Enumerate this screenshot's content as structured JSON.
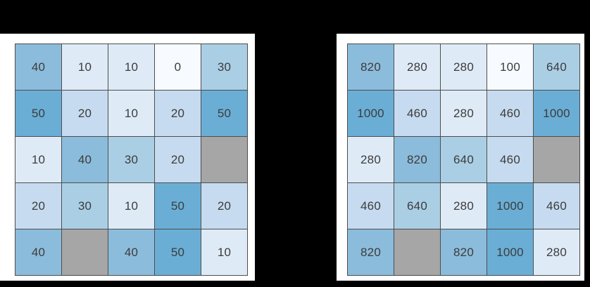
{
  "background_color": "#000000",
  "panel_color": "#ffffff",
  "chart_data": [
    {
      "type": "heatmap",
      "name": "left-heatmap",
      "title": "",
      "xlabel": "",
      "ylabel": "",
      "rows": 5,
      "cols": 5,
      "grid": [
        [
          40,
          10,
          10,
          0,
          30
        ],
        [
          50,
          20,
          10,
          20,
          50
        ],
        [
          10,
          40,
          30,
          20,
          null
        ],
        [
          20,
          30,
          10,
          50,
          20
        ],
        [
          40,
          null,
          40,
          50,
          10
        ]
      ],
      "labels": [
        [
          "40",
          "10",
          "10",
          "0",
          "30"
        ],
        [
          "50",
          "20",
          "10",
          "20",
          "50"
        ],
        [
          "10",
          "40",
          "30",
          "20",
          ""
        ],
        [
          "20",
          "30",
          "10",
          "50",
          "20"
        ],
        [
          "40",
          "",
          "40",
          "50",
          "10"
        ]
      ],
      "value_levels": [
        0,
        10,
        20,
        30,
        40,
        50
      ],
      "colorscale": {
        "0": "#f7fbff",
        "10": "#deebf7",
        "20": "#c6dbef",
        "30": "#aacfe5",
        "40": "#8cbcdb",
        "50": "#6aaed6",
        "missing": "#a6a6a6"
      },
      "missing_color": "#a6a6a6",
      "grid_line_color": "#4d4d4d",
      "text_color": "#3c3c3c",
      "legend": "none",
      "grid_on": true
    },
    {
      "type": "heatmap",
      "name": "right-heatmap",
      "title": "",
      "xlabel": "",
      "ylabel": "",
      "rows": 5,
      "cols": 5,
      "grid": [
        [
          820,
          280,
          280,
          100,
          640
        ],
        [
          1000,
          460,
          280,
          460,
          1000
        ],
        [
          280,
          820,
          640,
          460,
          null
        ],
        [
          460,
          640,
          280,
          1000,
          460
        ],
        [
          820,
          null,
          820,
          1000,
          280
        ]
      ],
      "labels": [
        [
          "820",
          "280",
          "280",
          "100",
          "640"
        ],
        [
          "1000",
          "460",
          "280",
          "460",
          "1000"
        ],
        [
          "280",
          "820",
          "640",
          "460",
          ""
        ],
        [
          "460",
          "640",
          "280",
          "1000",
          "460"
        ],
        [
          "820",
          "",
          "820",
          "1000",
          "280"
        ]
      ],
      "value_levels": [
        100,
        280,
        460,
        640,
        820,
        1000
      ],
      "colorscale": {
        "100": "#f7fbff",
        "280": "#deebf7",
        "460": "#c6dbef",
        "640": "#aacfe5",
        "820": "#8cbcdb",
        "1000": "#6aaed6",
        "missing": "#a6a6a6"
      },
      "missing_color": "#a6a6a6",
      "grid_line_color": "#4d4d4d",
      "text_color": "#3c3c3c",
      "legend": "none",
      "grid_on": true
    }
  ]
}
